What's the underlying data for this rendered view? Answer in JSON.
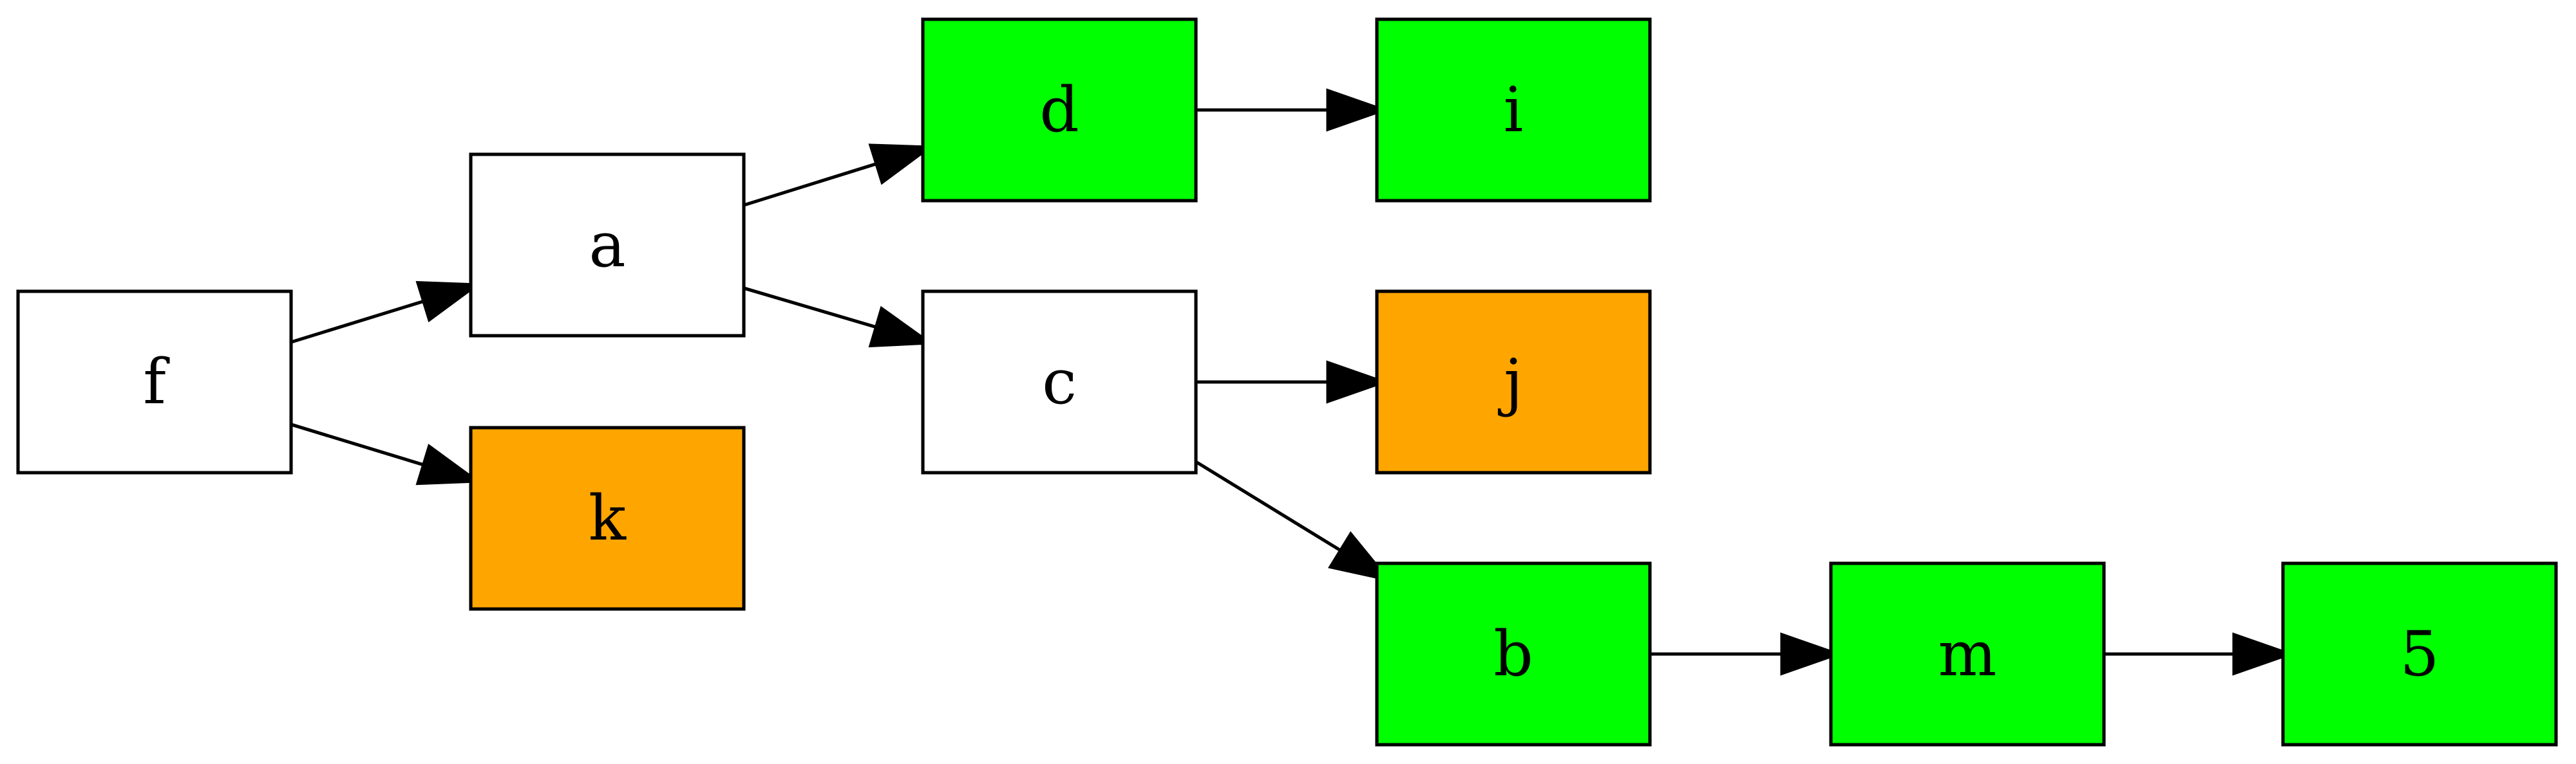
{
  "colors": {
    "default": "#ffffff",
    "green": "#00ff00",
    "orange": "#ffa500"
  },
  "nodes": [
    {
      "id": "f",
      "label": "f",
      "fill": "default"
    },
    {
      "id": "a",
      "label": "a",
      "fill": "default"
    },
    {
      "id": "k",
      "label": "k",
      "fill": "orange"
    },
    {
      "id": "d",
      "label": "d",
      "fill": "green"
    },
    {
      "id": "c",
      "label": "c",
      "fill": "default"
    },
    {
      "id": "i",
      "label": "i",
      "fill": "green"
    },
    {
      "id": "j",
      "label": "j",
      "fill": "orange"
    },
    {
      "id": "b",
      "label": "b",
      "fill": "green"
    },
    {
      "id": "m",
      "label": "m",
      "fill": "green"
    },
    {
      "id": "5",
      "label": "5",
      "fill": "green"
    }
  ],
  "edges": [
    {
      "from": "f",
      "to": "a"
    },
    {
      "from": "f",
      "to": "k"
    },
    {
      "from": "a",
      "to": "d"
    },
    {
      "from": "a",
      "to": "c"
    },
    {
      "from": "d",
      "to": "i"
    },
    {
      "from": "c",
      "to": "j"
    },
    {
      "from": "c",
      "to": "b"
    },
    {
      "from": "b",
      "to": "m"
    },
    {
      "from": "m",
      "to": "5"
    }
  ]
}
